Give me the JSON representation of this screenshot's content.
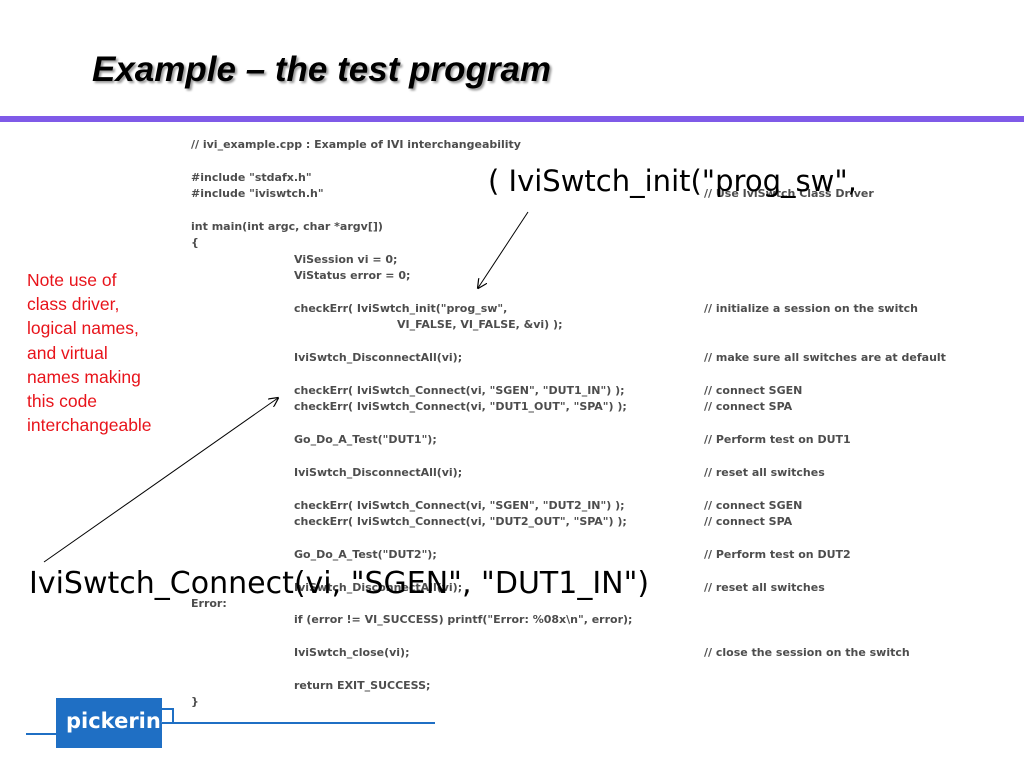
{
  "title": "Example – the test program",
  "code_lines": [
    {
      "indent": 0,
      "code": "// ivi_example.cpp : Example of IVI interchangeability",
      "comment": ""
    },
    {
      "indent": 0,
      "code": "",
      "comment": ""
    },
    {
      "indent": 0,
      "code": "#include \"stdafx.h\"",
      "comment": ""
    },
    {
      "indent": 0,
      "code": "#include \"iviswtch.h\"",
      "comment": "// Use IviSwtch Class Driver"
    },
    {
      "indent": 0,
      "code": "",
      "comment": ""
    },
    {
      "indent": 0,
      "code": "int main(int argc, char *argv[])",
      "comment": ""
    },
    {
      "indent": 0,
      "code": "{",
      "comment": ""
    },
    {
      "indent": 1,
      "code": "ViSession vi = 0;",
      "comment": ""
    },
    {
      "indent": 1,
      "code": "ViStatus error = 0;",
      "comment": ""
    },
    {
      "indent": 0,
      "code": "",
      "comment": ""
    },
    {
      "indent": 1,
      "code": "checkErr( IviSwtch_init(\"prog_sw\",",
      "comment": "// initialize a session on the switch"
    },
    {
      "indent": 2,
      "code": "VI_FALSE, VI_FALSE, &vi) );",
      "comment": ""
    },
    {
      "indent": 0,
      "code": "",
      "comment": ""
    },
    {
      "indent": 1,
      "code": "IviSwtch_DisconnectAll(vi);",
      "comment": "// make sure all switches are at default"
    },
    {
      "indent": 0,
      "code": "",
      "comment": ""
    },
    {
      "indent": 1,
      "code": "checkErr(  IviSwtch_Connect(vi, \"SGEN\", \"DUT1_IN\")  );",
      "comment": "// connect SGEN"
    },
    {
      "indent": 1,
      "code": "checkErr(  IviSwtch_Connect(vi, \"DUT1_OUT\", \"SPA\")  );",
      "comment": "// connect SPA"
    },
    {
      "indent": 0,
      "code": "",
      "comment": ""
    },
    {
      "indent": 1,
      "code": "Go_Do_A_Test(\"DUT1\");",
      "comment": "// Perform test on DUT1"
    },
    {
      "indent": 0,
      "code": "",
      "comment": ""
    },
    {
      "indent": 1,
      "code": "IviSwtch_DisconnectAll(vi);",
      "comment": "// reset all switches"
    },
    {
      "indent": 0,
      "code": "",
      "comment": ""
    },
    {
      "indent": 1,
      "code": "checkErr(  IviSwtch_Connect(vi, \"SGEN\", \"DUT2_IN\")  );",
      "comment": "// connect SGEN"
    },
    {
      "indent": 1,
      "code": "checkErr(  IviSwtch_Connect(vi, \"DUT2_OUT\", \"SPA\")  );",
      "comment": "// connect SPA"
    },
    {
      "indent": 0,
      "code": "",
      "comment": ""
    },
    {
      "indent": 1,
      "code": "Go_Do_A_Test(\"DUT2\");",
      "comment": "// Perform test on DUT2"
    },
    {
      "indent": 0,
      "code": "",
      "comment": ""
    },
    {
      "indent": 1,
      "code": "IviSwtch_DisconnectAll(vi);",
      "comment": "// reset all switches"
    },
    {
      "indent": 0,
      "code": "Error:",
      "comment": ""
    },
    {
      "indent": 1,
      "code": "if (error != VI_SUCCESS) printf(\"Error: %08x\\n\", error);",
      "comment": ""
    },
    {
      "indent": 0,
      "code": "",
      "comment": ""
    },
    {
      "indent": 1,
      "code": "IviSwtch_close(vi);",
      "comment": "// close the session on the switch"
    },
    {
      "indent": 0,
      "code": "",
      "comment": ""
    },
    {
      "indent": 1,
      "code": "return EXIT_SUCCESS;",
      "comment": ""
    },
    {
      "indent": 0,
      "code": "}",
      "comment": ""
    }
  ],
  "note_lines": [
    "Note use of",
    "class driver,",
    "logical names,",
    "and virtual",
    "names making",
    "this code",
    "interchangeable"
  ],
  "callout_top": "( IviSwtch_init(\"prog_sw\",",
  "callout_bottom": "IviSwtch_Connect(vi, \"SGEN\", \"DUT1_IN\")",
  "logo_text": "pickering",
  "colors": {
    "accent_rule": "#7f5ae8",
    "note_text": "#e8141b",
    "logo_blue": "#1f6fc4",
    "code_text": "#4d4d4d"
  }
}
